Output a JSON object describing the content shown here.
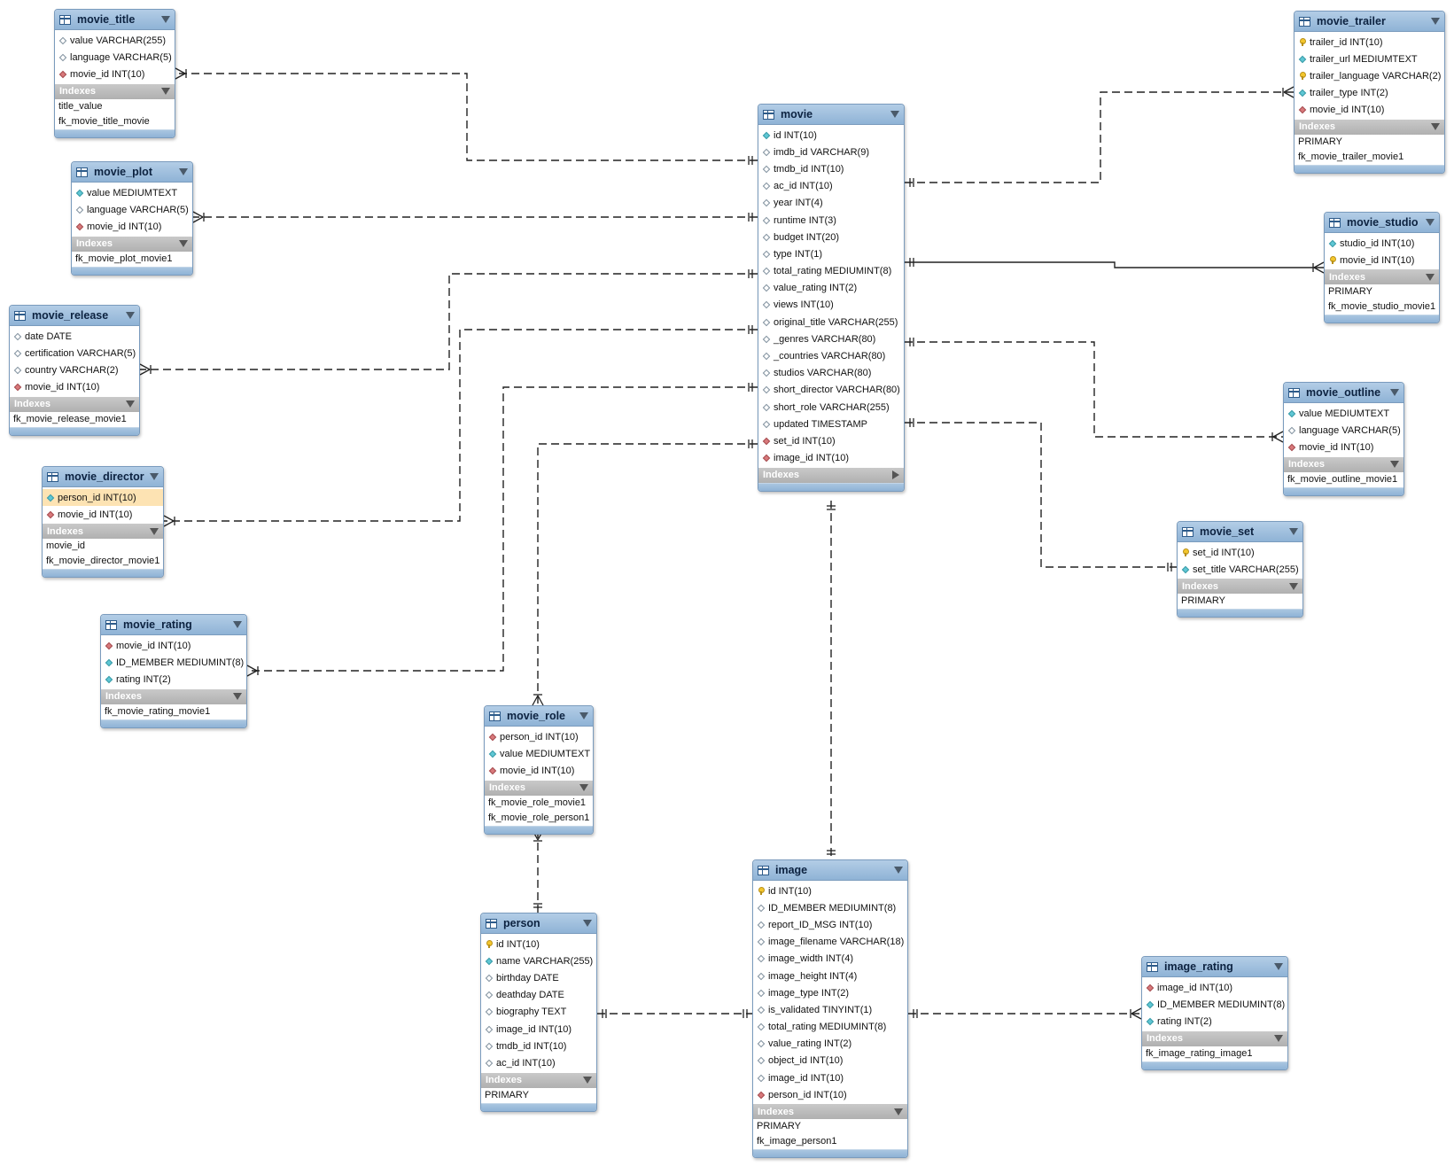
{
  "tables": {
    "movie_title": {
      "name": "movie_title",
      "columns": [
        {
          "label": "value VARCHAR(255)",
          "icon": "column-icon"
        },
        {
          "label": "language VARCHAR(5)",
          "icon": "column-icon"
        },
        {
          "label": "movie_id INT(10)",
          "icon": "foreign-key-icon"
        }
      ],
      "indexes_label": "Indexes",
      "indexes": [
        "title_value",
        "fk_movie_title_movie"
      ]
    },
    "movie_plot": {
      "name": "movie_plot",
      "columns": [
        {
          "label": "value MEDIUMTEXT",
          "icon": "not-null-column-icon"
        },
        {
          "label": "language VARCHAR(5)",
          "icon": "column-icon"
        },
        {
          "label": "movie_id INT(10)",
          "icon": "foreign-key-icon"
        }
      ],
      "indexes_label": "Indexes",
      "indexes": [
        "fk_movie_plot_movie1"
      ]
    },
    "movie_release": {
      "name": "movie_release",
      "columns": [
        {
          "label": "date DATE",
          "icon": "column-icon"
        },
        {
          "label": "certification VARCHAR(5)",
          "icon": "column-icon"
        },
        {
          "label": "country VARCHAR(2)",
          "icon": "column-icon"
        },
        {
          "label": "movie_id INT(10)",
          "icon": "foreign-key-icon"
        }
      ],
      "indexes_label": "Indexes",
      "indexes": [
        "fk_movie_release_movie1"
      ]
    },
    "movie_director": {
      "name": "movie_director",
      "columns": [
        {
          "label": "person_id INT(10)",
          "icon": "not-null-column-icon",
          "selected": true
        },
        {
          "label": "movie_id INT(10)",
          "icon": "foreign-key-icon"
        }
      ],
      "indexes_label": "Indexes",
      "indexes": [
        "movie_id",
        "fk_movie_director_movie1"
      ]
    },
    "movie_rating": {
      "name": "movie_rating",
      "columns": [
        {
          "label": "movie_id INT(10)",
          "icon": "foreign-key-icon"
        },
        {
          "label": "ID_MEMBER MEDIUMINT(8)",
          "icon": "not-null-column-icon"
        },
        {
          "label": "rating INT(2)",
          "icon": "not-null-column-icon"
        }
      ],
      "indexes_label": "Indexes",
      "indexes": [
        "fk_movie_rating_movie1"
      ]
    },
    "movie": {
      "name": "movie",
      "columns": [
        {
          "label": "id INT(10)",
          "icon": "not-null-column-icon"
        },
        {
          "label": "imdb_id VARCHAR(9)",
          "icon": "column-icon"
        },
        {
          "label": "tmdb_id INT(10)",
          "icon": "column-icon"
        },
        {
          "label": "ac_id INT(10)",
          "icon": "column-icon"
        },
        {
          "label": "year INT(4)",
          "icon": "column-icon"
        },
        {
          "label": "runtime INT(3)",
          "icon": "column-icon"
        },
        {
          "label": "budget INT(20)",
          "icon": "column-icon"
        },
        {
          "label": "type INT(1)",
          "icon": "column-icon"
        },
        {
          "label": "total_rating MEDIUMINT(8)",
          "icon": "column-icon"
        },
        {
          "label": "value_rating INT(2)",
          "icon": "column-icon"
        },
        {
          "label": "views INT(10)",
          "icon": "column-icon"
        },
        {
          "label": "original_title VARCHAR(255)",
          "icon": "column-icon"
        },
        {
          "label": "_genres VARCHAR(80)",
          "icon": "column-icon"
        },
        {
          "label": "_countries VARCHAR(80)",
          "icon": "column-icon"
        },
        {
          "label": "studios VARCHAR(80)",
          "icon": "column-icon"
        },
        {
          "label": "short_director VARCHAR(80)",
          "icon": "column-icon"
        },
        {
          "label": "short_role VARCHAR(255)",
          "icon": "column-icon"
        },
        {
          "label": "updated TIMESTAMP",
          "icon": "column-icon"
        },
        {
          "label": "set_id INT(10)",
          "icon": "foreign-key-icon"
        },
        {
          "label": "image_id INT(10)",
          "icon": "foreign-key-icon"
        }
      ],
      "indexes_label": "Indexes",
      "indexes_collapsed": true,
      "indexes": []
    },
    "movie_role": {
      "name": "movie_role",
      "columns": [
        {
          "label": "person_id INT(10)",
          "icon": "foreign-key-icon"
        },
        {
          "label": "value MEDIUMTEXT",
          "icon": "not-null-column-icon"
        },
        {
          "label": "movie_id INT(10)",
          "icon": "foreign-key-icon"
        }
      ],
      "indexes_label": "Indexes",
      "indexes": [
        "fk_movie_role_movie1",
        "fk_movie_role_person1"
      ]
    },
    "person": {
      "name": "person",
      "columns": [
        {
          "label": "id INT(10)",
          "icon": "primary-key-icon"
        },
        {
          "label": "name VARCHAR(255)",
          "icon": "not-null-column-icon"
        },
        {
          "label": "birthday DATE",
          "icon": "column-icon"
        },
        {
          "label": "deathday DATE",
          "icon": "column-icon"
        },
        {
          "label": "biography TEXT",
          "icon": "column-icon"
        },
        {
          "label": "image_id INT(10)",
          "icon": "column-icon"
        },
        {
          "label": "tmdb_id INT(10)",
          "icon": "column-icon"
        },
        {
          "label": "ac_id INT(10)",
          "icon": "column-icon"
        }
      ],
      "indexes_label": "Indexes",
      "indexes": [
        "PRIMARY"
      ]
    },
    "image": {
      "name": "image",
      "columns": [
        {
          "label": "id INT(10)",
          "icon": "primary-key-icon"
        },
        {
          "label": "ID_MEMBER MEDIUMINT(8)",
          "icon": "column-icon"
        },
        {
          "label": "report_ID_MSG INT(10)",
          "icon": "column-icon"
        },
        {
          "label": "image_filename VARCHAR(18)",
          "icon": "column-icon"
        },
        {
          "label": "image_width INT(4)",
          "icon": "column-icon"
        },
        {
          "label": "image_height INT(4)",
          "icon": "column-icon"
        },
        {
          "label": "image_type INT(2)",
          "icon": "column-icon"
        },
        {
          "label": "is_validated TINYINT(1)",
          "icon": "column-icon"
        },
        {
          "label": "total_rating MEDIUMINT(8)",
          "icon": "column-icon"
        },
        {
          "label": "value_rating INT(2)",
          "icon": "column-icon"
        },
        {
          "label": "object_id INT(10)",
          "icon": "column-icon"
        },
        {
          "label": "image_id INT(10)",
          "icon": "column-icon"
        },
        {
          "label": "person_id INT(10)",
          "icon": "foreign-key-icon"
        }
      ],
      "indexes_label": "Indexes",
      "indexes": [
        "PRIMARY",
        "fk_image_person1"
      ]
    },
    "movie_trailer": {
      "name": "movie_trailer",
      "columns": [
        {
          "label": "trailer_id INT(10)",
          "icon": "primary-key-icon"
        },
        {
          "label": "trailer_url MEDIUMTEXT",
          "icon": "not-null-column-icon"
        },
        {
          "label": "trailer_language VARCHAR(2)",
          "icon": "primary-key-icon"
        },
        {
          "label": "trailer_type INT(2)",
          "icon": "not-null-column-icon"
        },
        {
          "label": "movie_id INT(10)",
          "icon": "foreign-key-icon"
        }
      ],
      "indexes_label": "Indexes",
      "indexes": [
        "PRIMARY",
        "fk_movie_trailer_movie1"
      ]
    },
    "movie_studio": {
      "name": "movie_studio",
      "columns": [
        {
          "label": "studio_id INT(10)",
          "icon": "not-null-column-icon"
        },
        {
          "label": "movie_id INT(10)",
          "icon": "primary-key-icon"
        }
      ],
      "indexes_label": "Indexes",
      "indexes": [
        "PRIMARY",
        "fk_movie_studio_movie1"
      ]
    },
    "movie_outline": {
      "name": "movie_outline",
      "columns": [
        {
          "label": "value MEDIUMTEXT",
          "icon": "not-null-column-icon"
        },
        {
          "label": "language VARCHAR(5)",
          "icon": "column-icon"
        },
        {
          "label": "movie_id INT(10)",
          "icon": "foreign-key-icon"
        }
      ],
      "indexes_label": "Indexes",
      "indexes": [
        "fk_movie_outline_movie1"
      ]
    },
    "movie_set": {
      "name": "movie_set",
      "columns": [
        {
          "label": "set_id INT(10)",
          "icon": "primary-key-icon"
        },
        {
          "label": "set_title VARCHAR(255)",
          "icon": "not-null-column-icon"
        }
      ],
      "indexes_label": "Indexes",
      "indexes": [
        "PRIMARY"
      ]
    },
    "image_rating": {
      "name": "image_rating",
      "columns": [
        {
          "label": "image_id INT(10)",
          "icon": "foreign-key-icon"
        },
        {
          "label": "ID_MEMBER MEDIUMINT(8)",
          "icon": "not-null-column-icon"
        },
        {
          "label": "rating INT(2)",
          "icon": "not-null-column-icon"
        }
      ],
      "indexes_label": "Indexes",
      "indexes": [
        "fk_image_rating_image1"
      ]
    }
  },
  "relationships": [
    {
      "from": "movie",
      "to": "movie_title",
      "style": "dashed",
      "cardinality": "one-to-many"
    },
    {
      "from": "movie",
      "to": "movie_plot",
      "style": "dashed",
      "cardinality": "one-to-many"
    },
    {
      "from": "movie",
      "to": "movie_release",
      "style": "dashed",
      "cardinality": "one-to-many"
    },
    {
      "from": "movie",
      "to": "movie_director",
      "style": "dashed",
      "cardinality": "one-to-many"
    },
    {
      "from": "movie",
      "to": "movie_rating",
      "style": "dashed",
      "cardinality": "one-to-many"
    },
    {
      "from": "movie",
      "to": "movie_role",
      "style": "dashed",
      "cardinality": "one-to-many"
    },
    {
      "from": "movie",
      "to": "movie_trailer",
      "style": "dashed",
      "cardinality": "one-to-many"
    },
    {
      "from": "movie",
      "to": "movie_studio",
      "style": "solid",
      "cardinality": "one-to-many"
    },
    {
      "from": "movie",
      "to": "movie_outline",
      "style": "dashed",
      "cardinality": "one-to-many"
    },
    {
      "from": "movie",
      "to": "movie_set",
      "style": "dashed",
      "cardinality": "one-to-one"
    },
    {
      "from": "movie",
      "to": "image",
      "style": "dashed",
      "cardinality": "one-to-one"
    },
    {
      "from": "person",
      "to": "movie_role",
      "style": "dashed",
      "cardinality": "one-to-many"
    },
    {
      "from": "person",
      "to": "image",
      "style": "dashed",
      "cardinality": "one-to-one"
    },
    {
      "from": "image",
      "to": "image_rating",
      "style": "dashed",
      "cardinality": "one-to-many"
    }
  ]
}
